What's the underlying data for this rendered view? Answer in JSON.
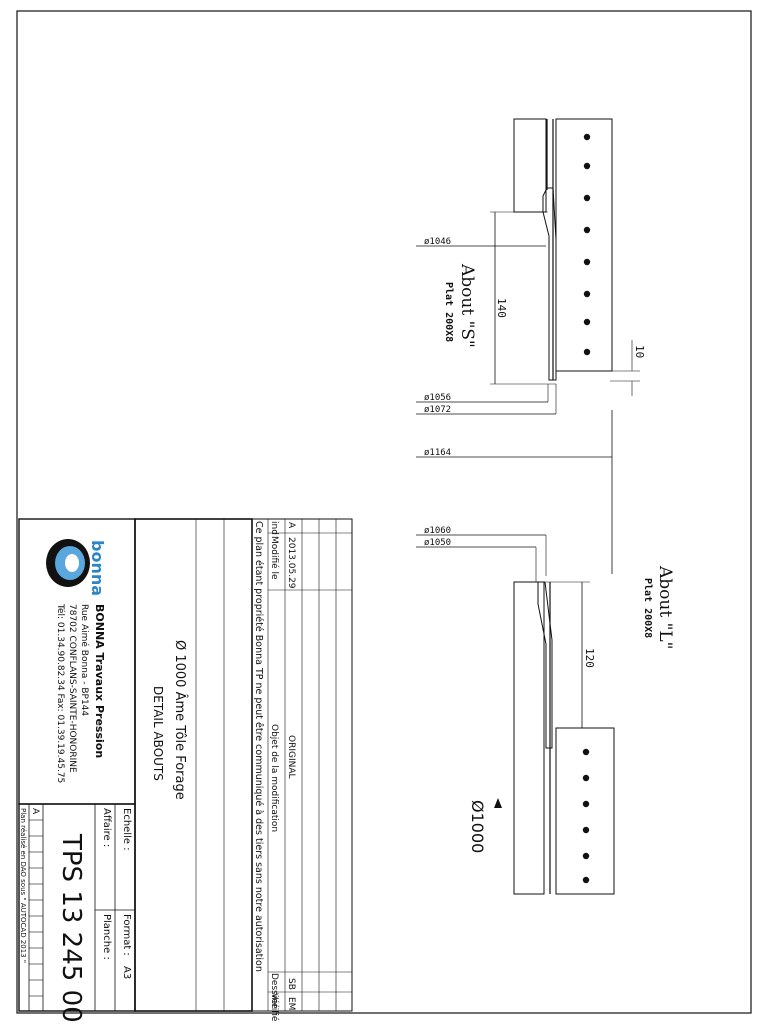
{
  "drawing": {
    "diameters": {
      "d1046": "ø1046",
      "d1056": "ø1056",
      "d1072": "ø1072",
      "d1164": "ø1164",
      "d1060": "ø1060",
      "d1050": "ø1050",
      "nominal": "Ø1000"
    },
    "about_s": {
      "label": "About \"S\"",
      "plate": "Plat 200X8",
      "length": "140",
      "gap": "10"
    },
    "about_l": {
      "label": "About \"L\"",
      "plate": "Plat 200X8",
      "length": "120"
    }
  },
  "title_block": {
    "company": {
      "logo_text": "bonna",
      "name": "BONNA Travaux Pression",
      "address1": "Rue Aimé Bonna - BP144",
      "address2": "78702 CONFLANS-SAINTE-HONORINE",
      "phone": "Tél: 01.34.90.82.34   Fax: 01.39.19.45.75"
    },
    "title": {
      "line1": "Ø 1000    Âme Tôle  Forage",
      "line2": "DETAIL ABOUTS"
    },
    "revisions": {
      "row": {
        "ind": "A",
        "date": "2013.05.29",
        "object": "ORIGINAL",
        "drawn": "SB",
        "checked": "EM"
      },
      "headers": {
        "ind": "ind",
        "modified": "Modifié le",
        "object": "Objet de la modification",
        "drawn": "Dessiné",
        "checked": "Vérifié"
      }
    },
    "notice": "Ce plan étant propriété Bonna TP ne peut être communiqué à des tiers sans notre autorisation",
    "fields": {
      "echelle": "Echelle :",
      "format_label": "Format :",
      "format_value": "A3",
      "affaire": "Affaire :",
      "planche": "Planche :"
    },
    "drawing_number": "TPS 13 245 00",
    "footer_index": "A",
    "cad_note": "Plan réalisé en DAO sous \" AUTOCAD 2013 \""
  }
}
